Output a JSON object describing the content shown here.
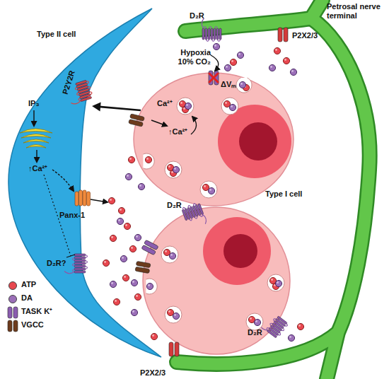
{
  "diagram": {
    "nodes": [
      {
        "text": [
          "Type II cell",
          "P2Y2R",
          "IP₃",
          "↑Ca²⁺",
          "Panx-1",
          "D₂R?"
        ]
      },
      {
        "text": [
          "Ca²⁺",
          "ΔVₘ",
          "↑Ca²⁺"
        ]
      },
      {
        "text": [
          "Petrosal nerve terminal",
          "D₂R",
          "P2X2/3",
          "P2X2/3"
        ]
      },
      {
        "text": [
          "Type I cell",
          "D₂R",
          "D₂R"
        ]
      }
    ],
    "edges": [
      {
        "from": 1,
        "to": 0,
        "arrow": "to"
      }
    ],
    "labels": [
      "Hypoxia 10% CO₂"
    ],
    "legend": [
      {
        "text": "ATP",
        "color": "#e8474f"
      },
      {
        "text": "DA",
        "color": "#9b6fb8"
      },
      {
        "text": "TASK K⁺"
      },
      {
        "text": "VGCC"
      }
    ]
  }
}
